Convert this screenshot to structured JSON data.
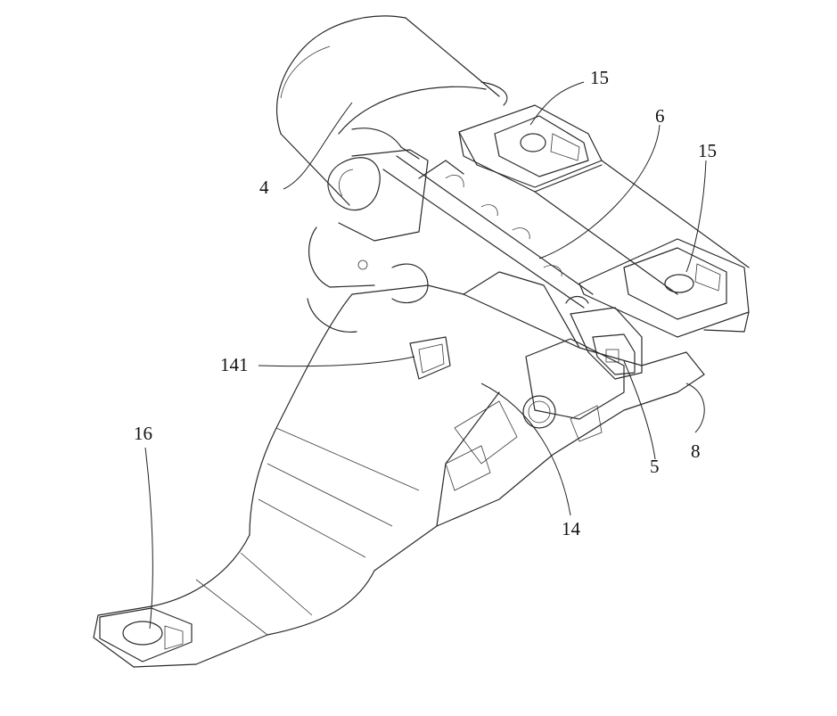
{
  "figure": {
    "labels": {
      "motor": "4",
      "connector": "5",
      "shaft": "6",
      "bracket_edge": "8",
      "housing": "14",
      "window": "141",
      "mount_right": "15",
      "mount_top": "15",
      "end_hole": "16"
    }
  }
}
